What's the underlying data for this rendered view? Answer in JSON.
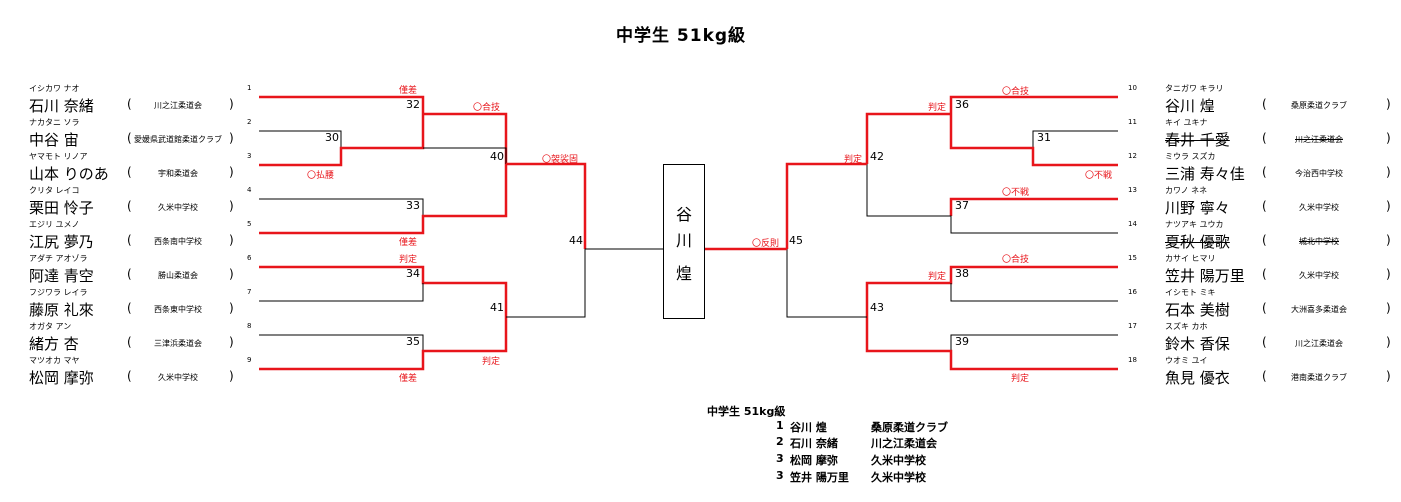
{
  "title": "中学生 51kg級",
  "winner_box": [
    "谷",
    "川",
    "煌"
  ],
  "left_players": [
    {
      "seed": "1",
      "kana": "イシカワ ナオ",
      "name": "石川 奈緒",
      "club": "川之江柔道会"
    },
    {
      "seed": "2",
      "kana": "ナカタニ ソラ",
      "name": "中谷 宙",
      "club": "愛媛県武道館柔道クラブ"
    },
    {
      "seed": "3",
      "kana": "ヤマモト リノア",
      "name": "山本 りのあ",
      "club": "宇和柔道会"
    },
    {
      "seed": "4",
      "kana": "クリタ レイコ",
      "name": "栗田 怜子",
      "club": "久米中学校"
    },
    {
      "seed": "5",
      "kana": "エジリ ユメノ",
      "name": "江尻 夢乃",
      "club": "西条南中学校"
    },
    {
      "seed": "6",
      "kana": "アダチ アオゾラ",
      "name": "阿達 青空",
      "club": "勝山柔道会"
    },
    {
      "seed": "7",
      "kana": "フジワラ レイラ",
      "name": "藤原 礼來",
      "club": "西条東中学校"
    },
    {
      "seed": "8",
      "kana": "オガタ アン",
      "name": "緒方 杏",
      "club": "三津浜柔道会"
    },
    {
      "seed": "9",
      "kana": "マツオカ マヤ",
      "name": "松岡 摩弥",
      "club": "久米中学校"
    }
  ],
  "right_players": [
    {
      "seed": "10",
      "kana": "タニガワ キラリ",
      "name": "谷川 煌",
      "club": "桑原柔道クラブ",
      "struck": false
    },
    {
      "seed": "11",
      "kana": "キイ ユキナ",
      "name": "春井 千愛",
      "club": "川之江柔道会",
      "struck": true
    },
    {
      "seed": "12",
      "kana": "ミウラ スズカ",
      "name": "三浦 寿々佳",
      "club": "今治西中学校",
      "struck": false
    },
    {
      "seed": "13",
      "kana": "カワノ ネネ",
      "name": "川野 寧々",
      "club": "久米中学校",
      "struck": false
    },
    {
      "seed": "14",
      "kana": "ナツアキ ユウカ",
      "name": "夏秋 優歌",
      "club": "城北中学校",
      "struck": true
    },
    {
      "seed": "15",
      "kana": "カサイ ヒマリ",
      "name": "笠井 陽万里",
      "club": "久米中学校",
      "struck": false
    },
    {
      "seed": "16",
      "kana": "イシモト ミキ",
      "name": "石本 美樹",
      "club": "大洲喜多柔道会",
      "struck": false
    },
    {
      "seed": "17",
      "kana": "スズキ カホ",
      "name": "鈴木 香保",
      "club": "川之江柔道会",
      "struck": false
    },
    {
      "seed": "18",
      "kana": "ウオミ ユイ",
      "name": "魚見 優衣",
      "club": "港南柔道クラブ",
      "struck": false
    }
  ],
  "match_numbers": {
    "m30": "30",
    "m31": "31",
    "m32": "32",
    "m33": "33",
    "m34": "34",
    "m35": "35",
    "m36": "36",
    "m37": "37",
    "m38": "38",
    "m39": "39",
    "m40": "40",
    "m41": "41",
    "m42": "42",
    "m43": "43",
    "m44": "44",
    "m45": "45"
  },
  "results": {
    "r_yusa1": "僅差",
    "r_harai": "〇払腰",
    "r_goso1": "〇合技",
    "r_yusa5": "僅差",
    "r_hantei6": "判定",
    "r_yusa9": "僅差",
    "r_hantei41": "判定",
    "r_seoi": "〇袈裟固",
    "r_hansoku": "〇反則",
    "r_goso10": "〇合技",
    "r_hantei36": "判定",
    "r_fusen12": "〇不戦",
    "r_fusen13": "〇不戦",
    "r_hantei42": "判定",
    "r_goso15": "〇合技",
    "r_hantei38": "判定",
    "r_hantei18": "判定"
  },
  "summary": {
    "heading": "中学生 51kg級",
    "rows": [
      {
        "place": "1",
        "name": "谷川 煌",
        "club": "桑原柔道クラブ"
      },
      {
        "place": "2",
        "name": "石川 奈緒",
        "club": "川之江柔道会"
      },
      {
        "place": "3",
        "name": "松岡 摩弥",
        "club": "久米中学校"
      },
      {
        "place": "3",
        "name": "笠井 陽万里",
        "club": "久米中学校"
      }
    ]
  },
  "colors": {
    "win_line": "#e8151b",
    "line": "#000000"
  }
}
